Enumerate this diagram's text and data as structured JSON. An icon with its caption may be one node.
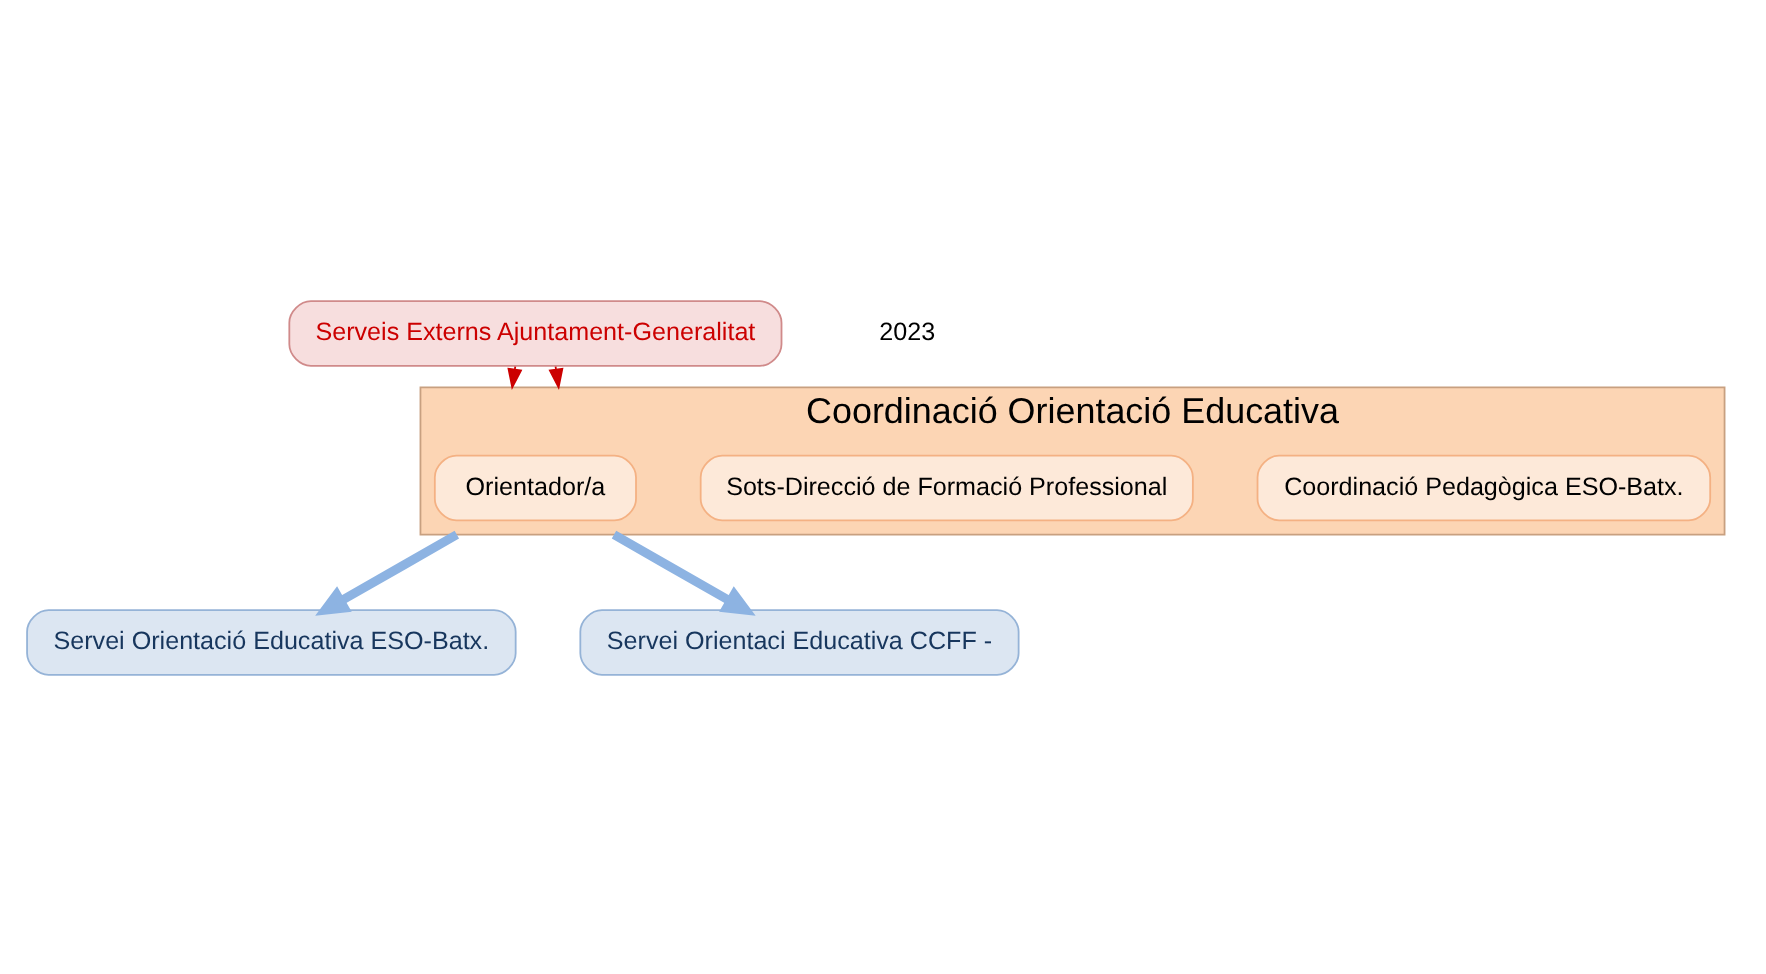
{
  "diagram": {
    "nodes": [
      {
        "text": [
          "Serveis Externs Ajuntament-Generalitat"
        ]
      },
      {
        "text": [
          "Coordinació Orientació Educativa"
        ]
      },
      {
        "text": [
          "Coordinació Pedagògica ESO-Batx."
        ],
        "in": 1
      },
      {
        "text": [
          "Sots-Direcció de Formació Professional"
        ],
        "in": 1
      },
      {
        "text": [
          "Orientador/a"
        ],
        "in": 1
      },
      {
        "text": [
          "Servei Orientació Educativa ESO-Batx."
        ]
      },
      {
        "text": [
          "Servei Orientaci Educativa CCFF -"
        ]
      }
    ],
    "edges": [
      {
        "from": 0,
        "to": 1,
        "arrow": "to",
        "color": "#cc0000"
      },
      {
        "from": 0,
        "to": 1,
        "arrow": "to",
        "color": "#cc0000"
      },
      {
        "from": 1,
        "to": 5,
        "arrow": "to",
        "style": "thick",
        "color": "#8db3e2"
      },
      {
        "from": 1,
        "to": 6,
        "arrow": "to",
        "style": "thick",
        "color": "#8db3e2"
      }
    ],
    "labels": [
      "2023"
    ]
  }
}
